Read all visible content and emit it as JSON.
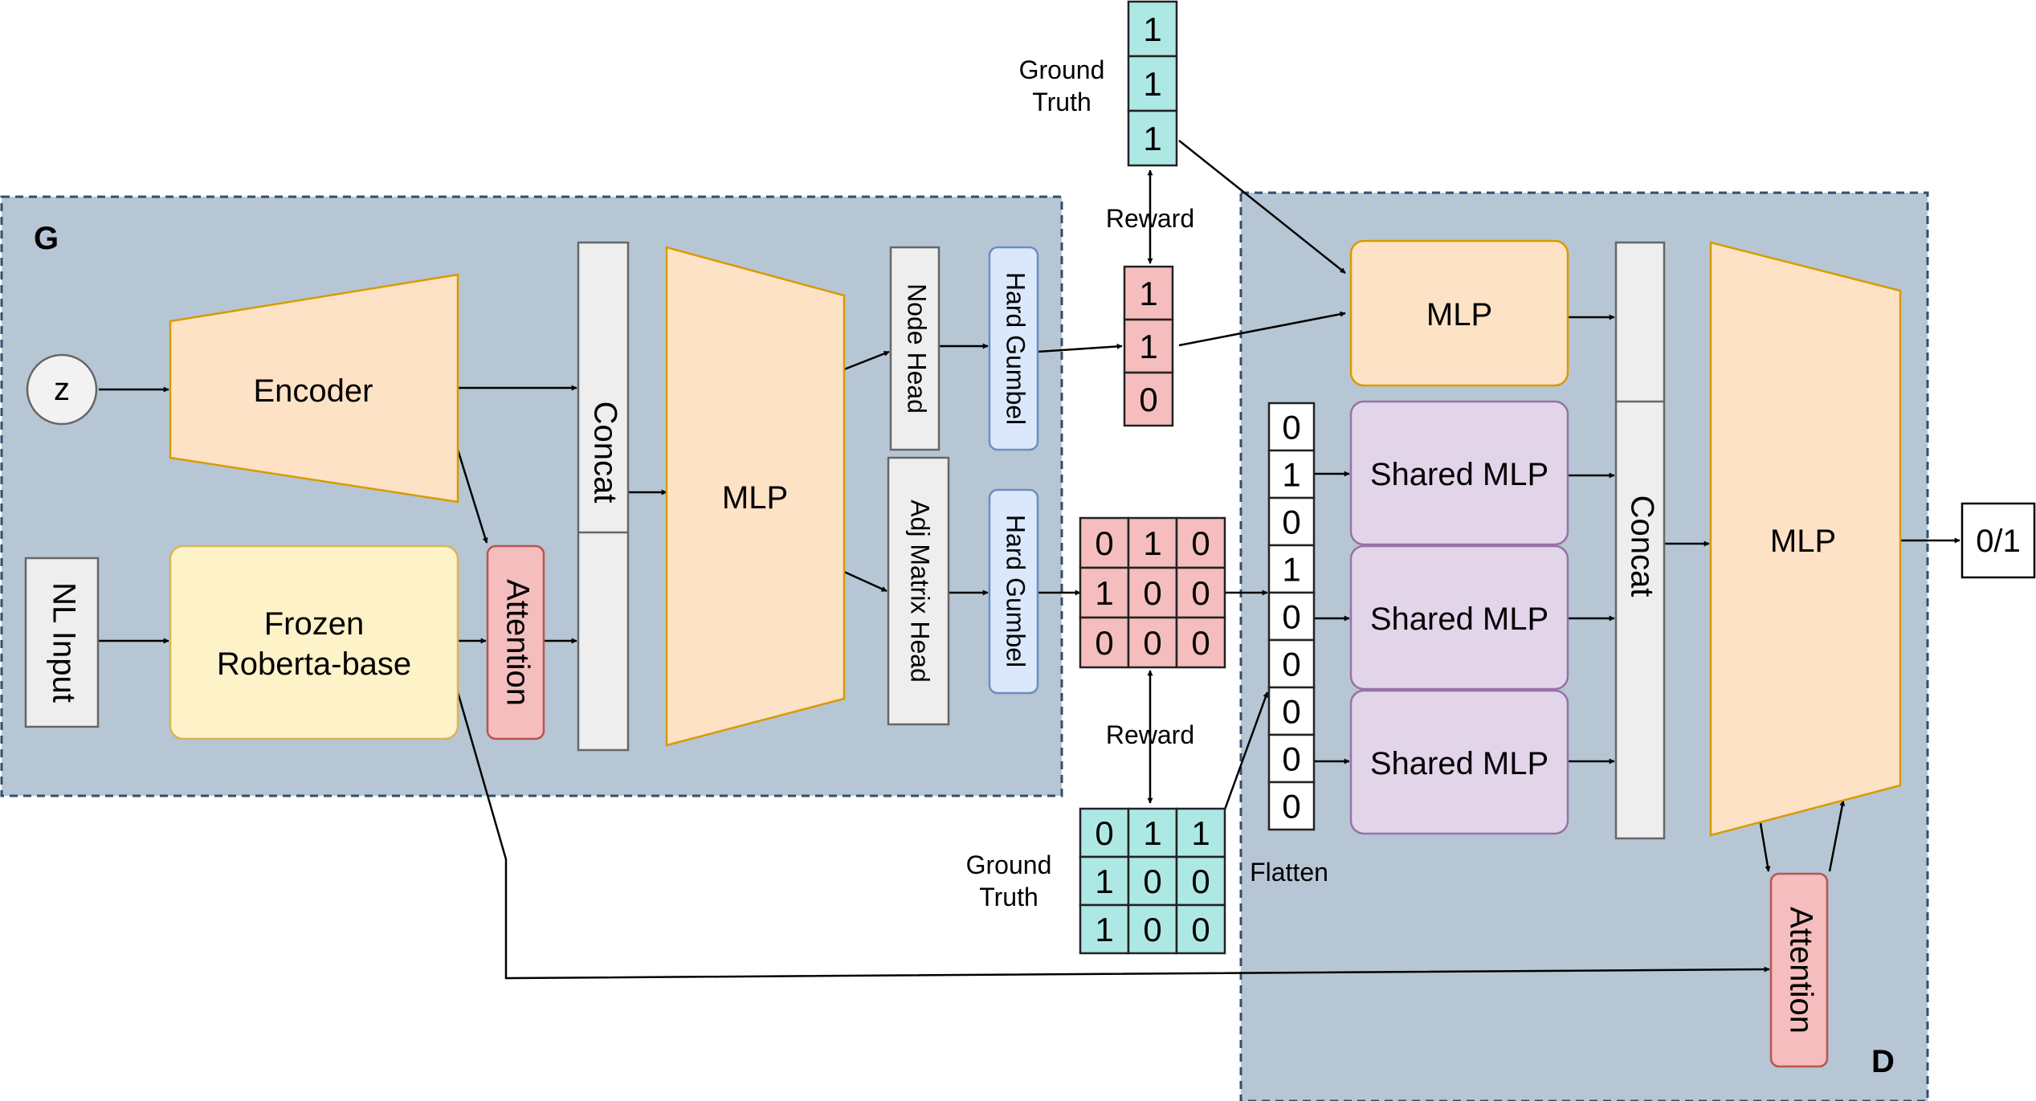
{
  "colors": {
    "panel_fill": "#b6c6d4",
    "panel_border": "#2f4f6f",
    "orange_fill": "#fde2c6",
    "orange_border": "#d79b00",
    "yellow_fill": "#fef2c8",
    "yellow_border": "#d6b656",
    "gray_fill": "#eeeeee",
    "gray_border": "#666666",
    "red_fill": "#f5bdbd",
    "red_border": "#b85450",
    "blue_fill": "#dbe8fb",
    "blue_border": "#6c8ebf",
    "purple_fill": "#e2d5ea",
    "purple_border": "#9673a6",
    "cyan_fill": "#aee8e4",
    "cell_border": "#222222"
  },
  "generator": {
    "label": "G",
    "z_label": "z",
    "encoder": "Encoder",
    "nl_input": "NL Input",
    "roberta": [
      "Frozen",
      "Roberta-base"
    ],
    "attention": "Attention",
    "concat": "Concat",
    "mlp": "MLP",
    "node_head": "Node Head",
    "adj_head": "Adj Matrix Head",
    "gumbel_node": "Hard Gumbel",
    "gumbel_adj": "Hard Gumbel"
  },
  "middle": {
    "gt_top_label": [
      "Ground",
      "Truth"
    ],
    "gt_top_values": [
      "1",
      "1",
      "1"
    ],
    "reward_top": "Reward",
    "pred_node_values": [
      "1",
      "1",
      "0"
    ],
    "pred_adj_values": [
      [
        "0",
        "1",
        "0"
      ],
      [
        "1",
        "0",
        "0"
      ],
      [
        "0",
        "0",
        "0"
      ]
    ],
    "reward_bottom": "Reward",
    "gt_bottom_label": [
      "Ground",
      "Truth"
    ],
    "gt_adj_values": [
      [
        "0",
        "1",
        "1"
      ],
      [
        "1",
        "0",
        "0"
      ],
      [
        "1",
        "0",
        "0"
      ]
    ]
  },
  "discriminator": {
    "label": "D",
    "mlp_top": "MLP",
    "shared_mlp": [
      "Shared MLP",
      "Shared MLP",
      "Shared MLP"
    ],
    "flatten_values": [
      "0",
      "1",
      "0",
      "1",
      "0",
      "0",
      "0",
      "0",
      "0"
    ],
    "flatten_label": "Flatten",
    "concat": "Concat",
    "mlp": "MLP",
    "attention": "Attention",
    "output": "0/1"
  }
}
